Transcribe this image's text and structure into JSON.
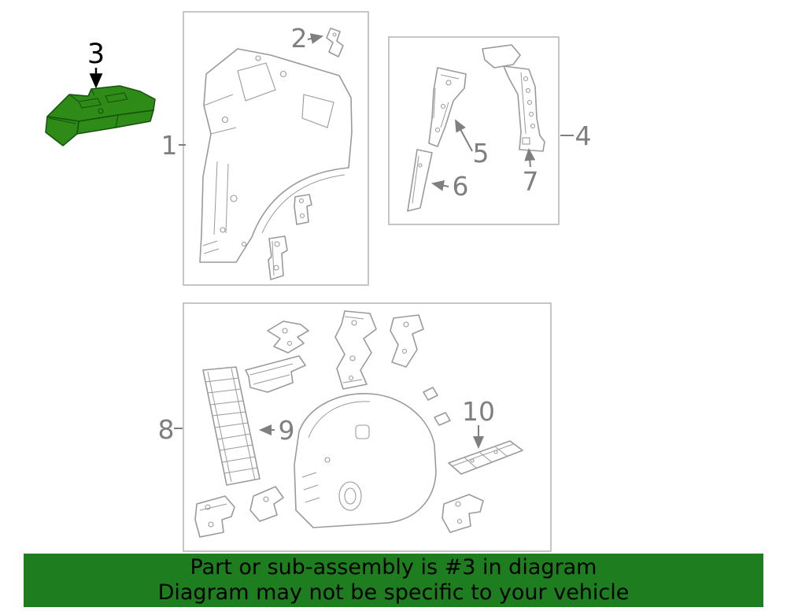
{
  "callouts": {
    "n1": "1",
    "n2": "2",
    "n3": "3",
    "n4": "4",
    "n5": "5",
    "n6": "6",
    "n7": "7",
    "n8": "8",
    "n9": "9",
    "n10": "10"
  },
  "banner": {
    "line1": "Part or sub-assembly is #3 in diagram",
    "line2": "Diagram may not be specific to your vehicle"
  },
  "colors": {
    "highlight-fill": "#2e8b17",
    "highlight-stroke": "#14530c",
    "line-gray": "#9a9a9a",
    "box-border": "#b8b8b8",
    "label-gray": "#7f7f7f",
    "banner-bg": "#1e7d1e",
    "banner-text": "#000000"
  }
}
